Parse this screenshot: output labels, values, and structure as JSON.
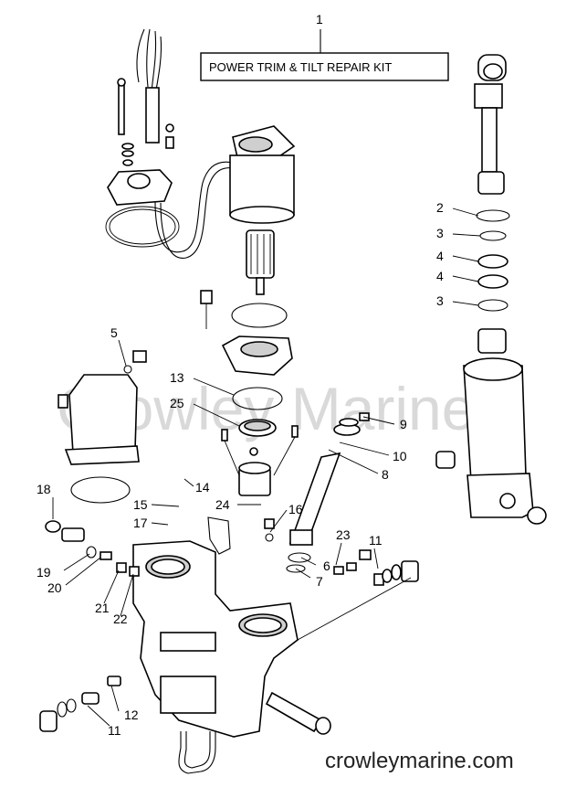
{
  "kit": {
    "number": "1",
    "label": "POWER TRIM & TILT REPAIR KIT"
  },
  "watermark": "Crowley Marine",
  "website": "crowleymarine.com",
  "callouts": {
    "c2": "2",
    "c3a": "3",
    "c4a": "4",
    "c4b": "4",
    "c3b": "3",
    "c5": "5",
    "c13": "13",
    "c25": "25",
    "c9": "9",
    "c10": "10",
    "c8": "8",
    "c14": "14",
    "c15": "15",
    "c24": "24",
    "c16": "16",
    "c17": "17",
    "c18": "18",
    "c23": "23",
    "c11a": "11",
    "c6": "6",
    "c7": "7",
    "c19": "19",
    "c20": "20",
    "c21": "21",
    "c22": "22",
    "c12": "12",
    "c11b": "11"
  }
}
